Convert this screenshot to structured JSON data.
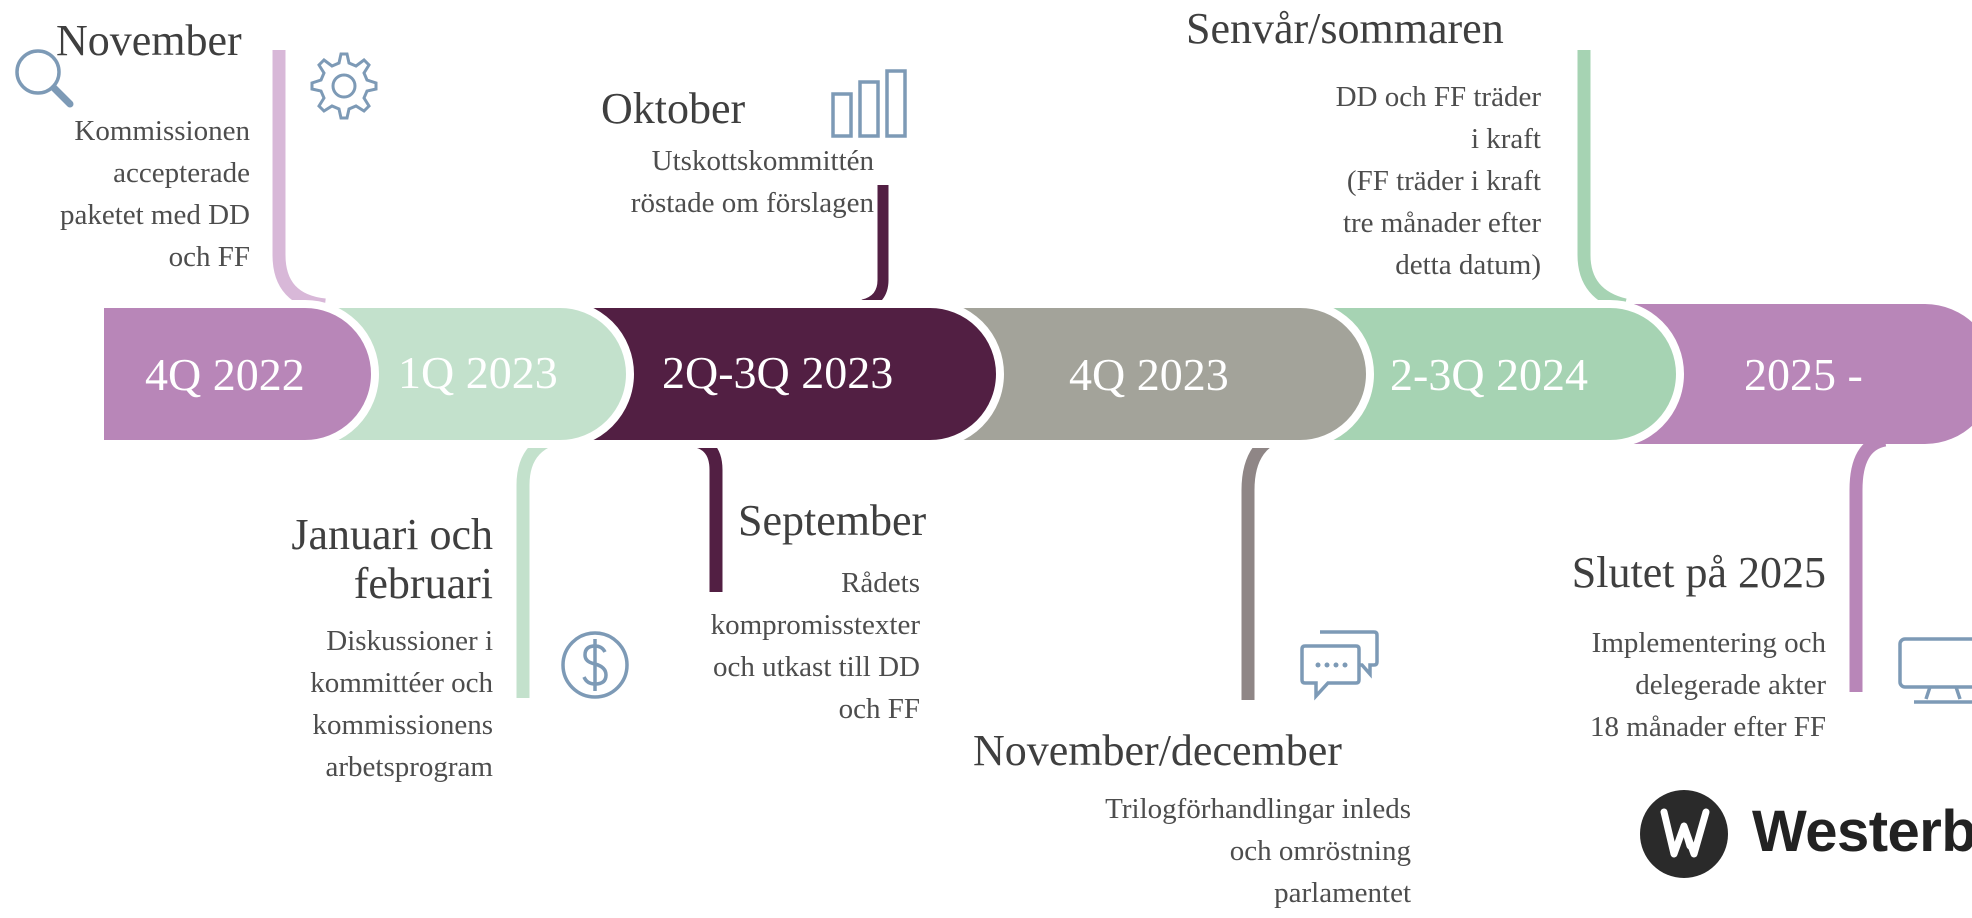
{
  "colors": {
    "mauve": "#b886b8",
    "pale_mint": "#c3e1cc",
    "aubergine": "#521f43",
    "grey": "#a3a39a",
    "mint": "#a6d3b3",
    "icon_blue": "#7d9ab6",
    "logo_dark": "#2a2a2a"
  },
  "segments": [
    {
      "label": "4Q 2022"
    },
    {
      "label": "1Q 2023"
    },
    {
      "label": "2Q-3Q 2023"
    },
    {
      "label": "4Q 2023"
    },
    {
      "label": "2-3Q 2024"
    },
    {
      "label": "2025 -"
    }
  ],
  "events": [
    {
      "heading": "November",
      "text": "Kommissionen\naccepterade\npaketet med DD\noch FF"
    },
    {
      "heading": "Januari och\nfebruari",
      "text": "Diskussioner i\nkommittéer och\nkommissionens\narbetsprogram"
    },
    {
      "heading": "Oktober",
      "text": "Utskottskommittén\nröstade om förslagen"
    },
    {
      "heading": "September",
      "text": "Rådets\nkompromisstexter\noch utkast till DD\noch FF"
    },
    {
      "heading": "November/december",
      "text": "Trilogförhandlingar inleds\noch omröstning\nparlamentet"
    },
    {
      "heading": "Senvår/sommaren",
      "text": "DD och FF träder\ni kraft\n(FF träder i kraft\ntre månader efter\ndetta datum)"
    },
    {
      "heading": "Slutet på 2025",
      "text": "Implementering och\ndelegerade akter\n18 månader efter FF"
    }
  ],
  "icons": [
    "search-icon",
    "gear-icon",
    "bar-chart-icon",
    "dollar-icon",
    "chat-icon",
    "monitor-icon"
  ],
  "logo": {
    "text": "Westerbe"
  }
}
